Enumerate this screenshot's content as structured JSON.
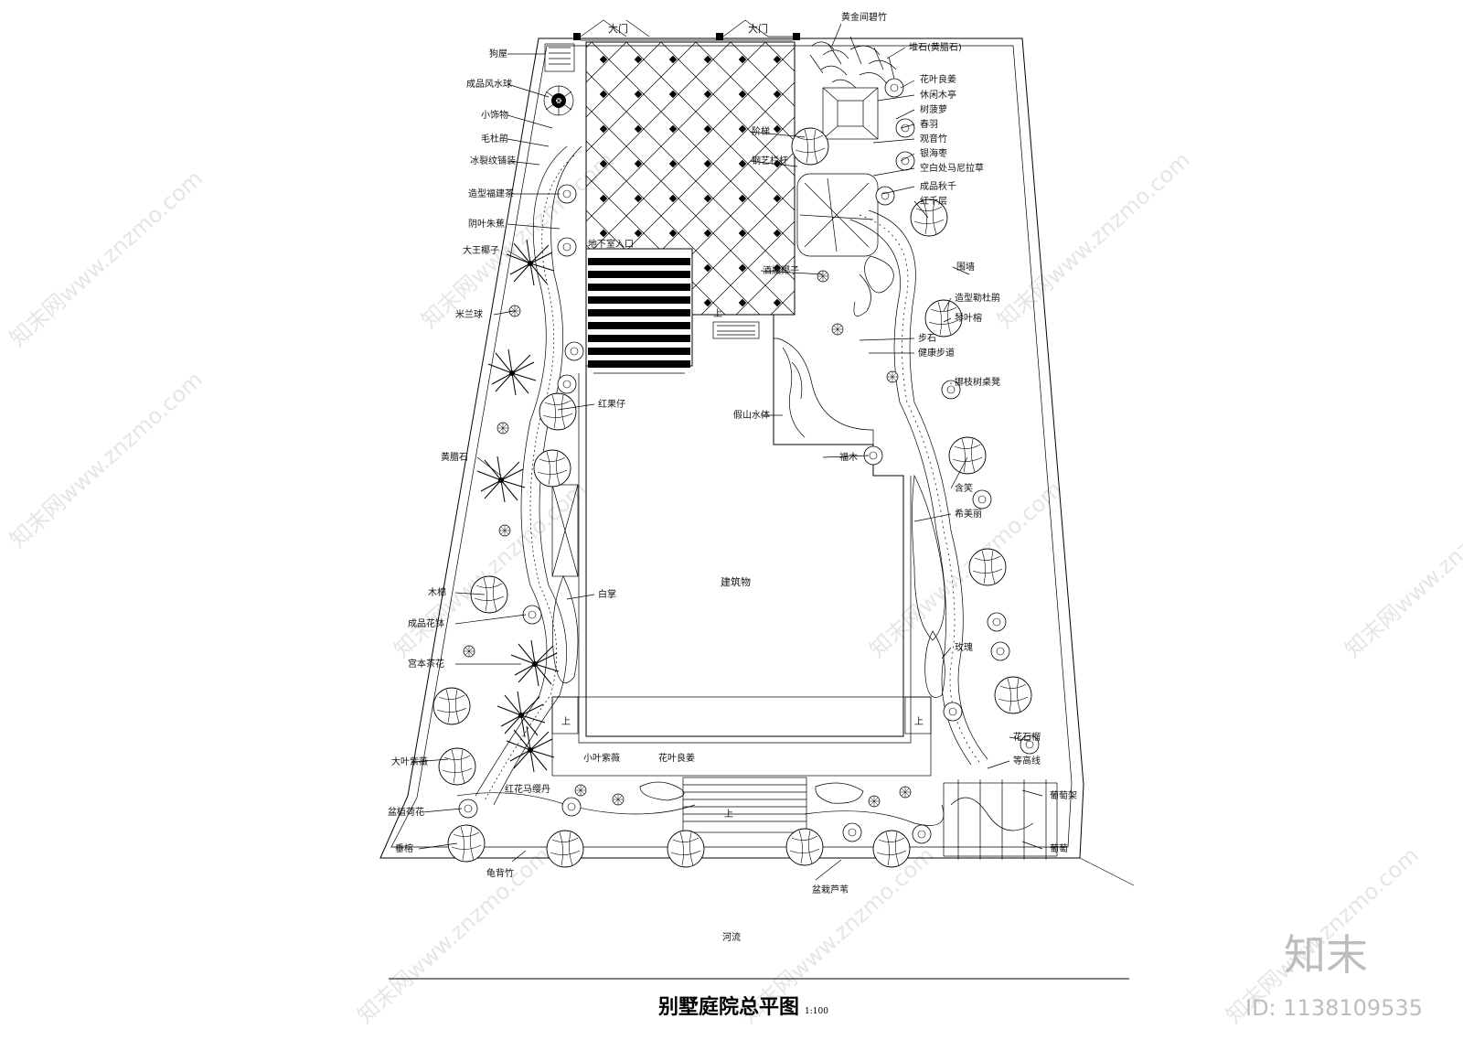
{
  "title": "别墅庭院总平图",
  "scale": "1:100",
  "watermark": "知末网www.znzmo.com",
  "brand": "知末",
  "id_label": "ID: 1138109535",
  "area_labels": {
    "gate_left": "大门",
    "gate_right": "大门",
    "building": "建筑物",
    "river": "河流",
    "basement_entry": "地下室入口",
    "up_top": "上",
    "up_left": "上",
    "up_right": "上",
    "up_bottom": "上"
  },
  "left_labels": [
    "狗屋",
    "成品风水球",
    "小饰物",
    "毛杜鹃",
    "冰裂纹铺装",
    "造型福建茶",
    "阴叶朱蕉",
    "大王椰子",
    "米兰球",
    "黄腊石",
    "木棉",
    "成品花钵",
    "宫本茶花",
    "大叶紫薇",
    "盆植荷花",
    "垂榕"
  ],
  "right_labels": [
    "黄金间碧竹",
    "堆石(黄腊石)",
    "花叶良姜",
    "休闲木亭",
    "树菠萝",
    "春羽",
    "观音竹",
    "银海枣",
    "空白处马尼拉草",
    "成品秋千",
    "红千层",
    "围墙",
    "造型勒杜鹃",
    "琴叶榕",
    "步石",
    "健康步道",
    "挪枝树桌凳",
    "含笑",
    "希美丽",
    "玫瑰",
    "花石榴",
    "等高线",
    "葡萄架",
    "葡萄"
  ],
  "inner_labels": [
    "阶梯",
    "钢艺栏杆",
    "酒瓶椰子",
    "假山水体",
    "福木",
    "红果仔",
    "白掌",
    "小叶紫薇",
    "花叶良姜",
    "红花马缨丹"
  ],
  "bottom_labels": [
    "龟背竹",
    "盆栽芦苇"
  ]
}
